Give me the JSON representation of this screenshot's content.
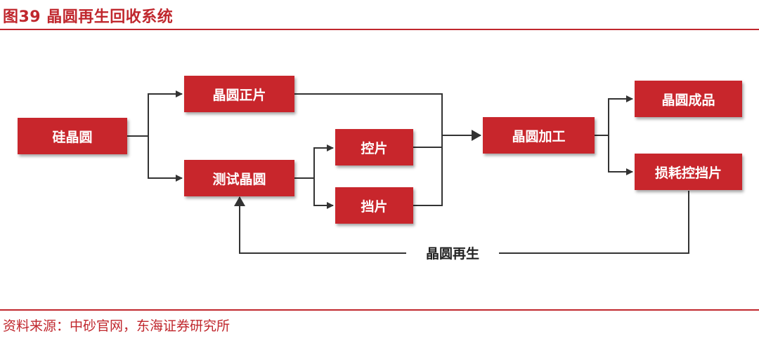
{
  "figure": {
    "title": "图39  晶圆再生回收系统",
    "source": "资料来源：中砂官网，东海证券研究所"
  },
  "colors": {
    "accent": "#c0272d",
    "node_fill": "#c8262c",
    "line": "#333333"
  },
  "nodes": {
    "silicon_wafer": "硅晶圆",
    "prime_wafer": "晶圆正片",
    "test_wafer": "测试晶圆",
    "control_wafer": "控片",
    "dummy_wafer": "挡片",
    "wafer_processing": "晶圆加工",
    "finished_wafer": "晶圆成品",
    "worn_control_dummy": "损耗控挡片"
  },
  "edges": [
    {
      "from": "silicon_wafer",
      "to": "prime_wafer"
    },
    {
      "from": "silicon_wafer",
      "to": "test_wafer"
    },
    {
      "from": "test_wafer",
      "to": "control_wafer"
    },
    {
      "from": "test_wafer",
      "to": "dummy_wafer"
    },
    {
      "from": "prime_wafer",
      "to": "wafer_processing"
    },
    {
      "from": "control_wafer",
      "to": "wafer_processing"
    },
    {
      "from": "dummy_wafer",
      "to": "wafer_processing"
    },
    {
      "from": "wafer_processing",
      "to": "finished_wafer"
    },
    {
      "from": "wafer_processing",
      "to": "worn_control_dummy"
    },
    {
      "from": "worn_control_dummy",
      "to": "test_wafer",
      "label": "晶圆再生"
    }
  ],
  "loop_label": "晶圆再生"
}
